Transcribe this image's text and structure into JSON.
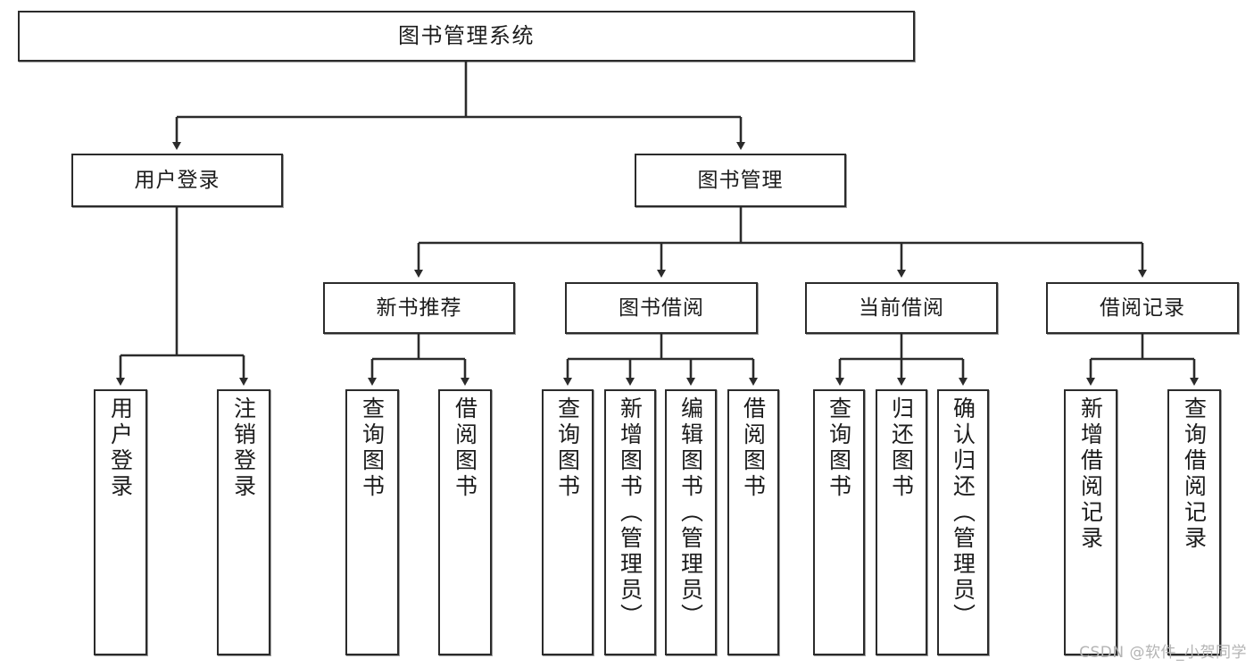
{
  "diagram": {
    "title": "图书管理系统",
    "type": "functional-structure-tree",
    "colors": {
      "box_border": "#2b2b2b",
      "box_fill": "#ffffff",
      "connector": "#2b2b2b",
      "text": "#1c1c1c",
      "watermark": "#b4b4b4"
    },
    "watermark": "CSDN @软件_小贺同学",
    "levels": {
      "root": {
        "label": "图书管理系统"
      },
      "level2": [
        {
          "label": "用户登录"
        },
        {
          "label": "图书管理"
        }
      ],
      "level3": [
        {
          "label": "新书推荐"
        },
        {
          "label": "图书借阅"
        },
        {
          "label": "当前借阅"
        },
        {
          "label": "借阅记录"
        }
      ],
      "leaves": {
        "user_login": [
          {
            "label": "用户登录"
          },
          {
            "label": "注销登录"
          }
        ],
        "new_book_recommend": [
          {
            "label": "查询图书"
          },
          {
            "label": "借阅图书"
          }
        ],
        "book_borrow": [
          {
            "label": "查询图书"
          },
          {
            "label": "新增图书（管理员）"
          },
          {
            "label": "编辑图书（管理员）"
          },
          {
            "label": "借阅图书"
          }
        ],
        "current_borrow": [
          {
            "label": "查询图书"
          },
          {
            "label": "归还图书"
          },
          {
            "label": "确认归还（管理员）"
          }
        ],
        "borrow_record": [
          {
            "label": "新增借阅记录"
          },
          {
            "label": "查询借阅记录"
          }
        ]
      }
    }
  }
}
